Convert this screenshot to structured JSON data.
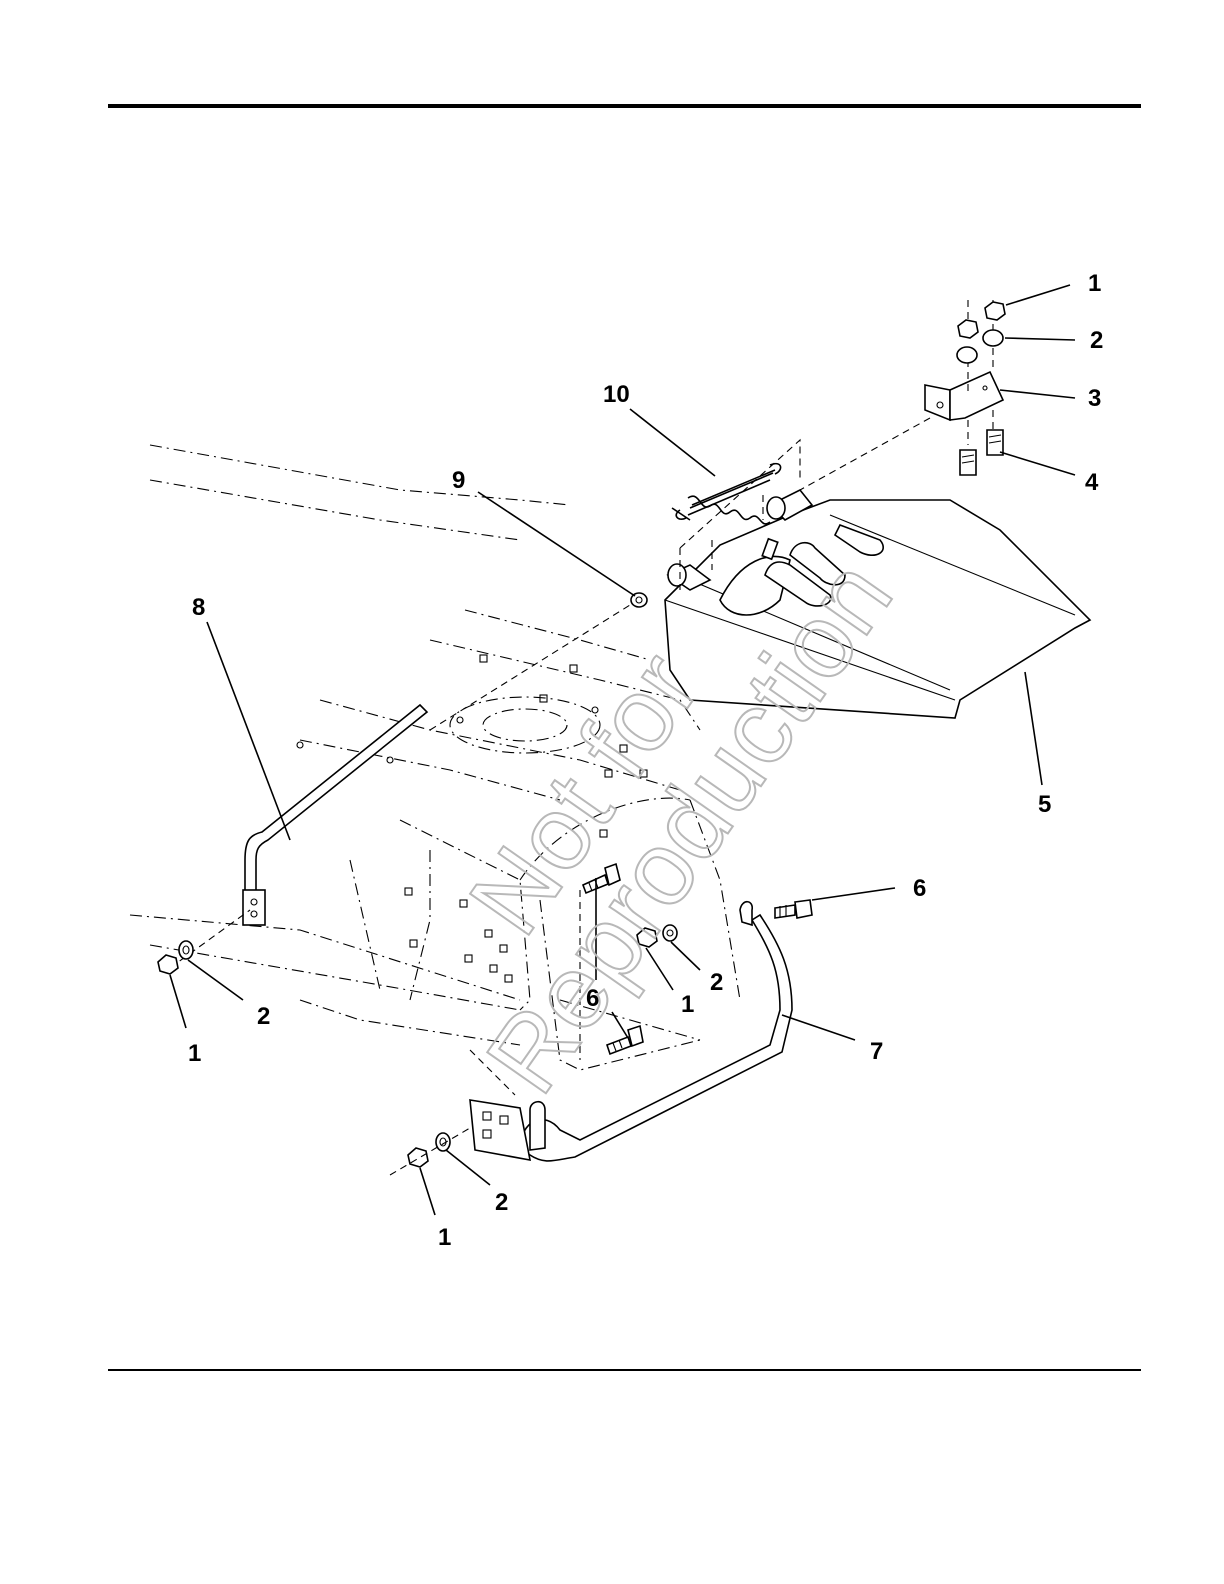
{
  "callouts": [
    {
      "id": "c1a",
      "label": "1"
    },
    {
      "id": "c2a",
      "label": "2"
    },
    {
      "id": "c3",
      "label": "3"
    },
    {
      "id": "c4",
      "label": "4"
    },
    {
      "id": "c10",
      "label": "10"
    },
    {
      "id": "c9",
      "label": "9"
    },
    {
      "id": "c8",
      "label": "8"
    },
    {
      "id": "c5",
      "label": "5"
    },
    {
      "id": "c6a",
      "label": "6"
    },
    {
      "id": "c6b",
      "label": "6"
    },
    {
      "id": "c2b",
      "label": "2"
    },
    {
      "id": "c1b",
      "label": "1"
    },
    {
      "id": "c7",
      "label": "7"
    },
    {
      "id": "c2c",
      "label": "2"
    },
    {
      "id": "c1c",
      "label": "1"
    },
    {
      "id": "c2d",
      "label": "2"
    },
    {
      "id": "c1d",
      "label": "1"
    }
  ],
  "watermark": {
    "line1": "Not for",
    "line2": "Reproduction"
  }
}
